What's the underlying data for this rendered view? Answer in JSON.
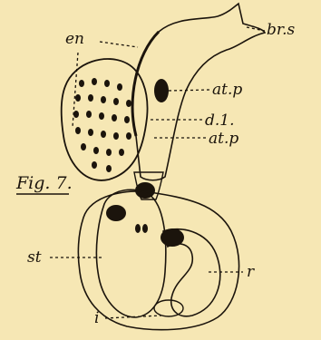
{
  "figure": {
    "caption": "Fig. 7.",
    "labels": {
      "en": "en",
      "br_s": "br.s",
      "at_p_upper": "at.p",
      "d_1": "d.1.",
      "at_p_lower": "at.p",
      "st": "st",
      "r": "r",
      "i": "i"
    }
  },
  "colors": {
    "paper": "#f6e7b4",
    "ink": "#1b140c"
  }
}
